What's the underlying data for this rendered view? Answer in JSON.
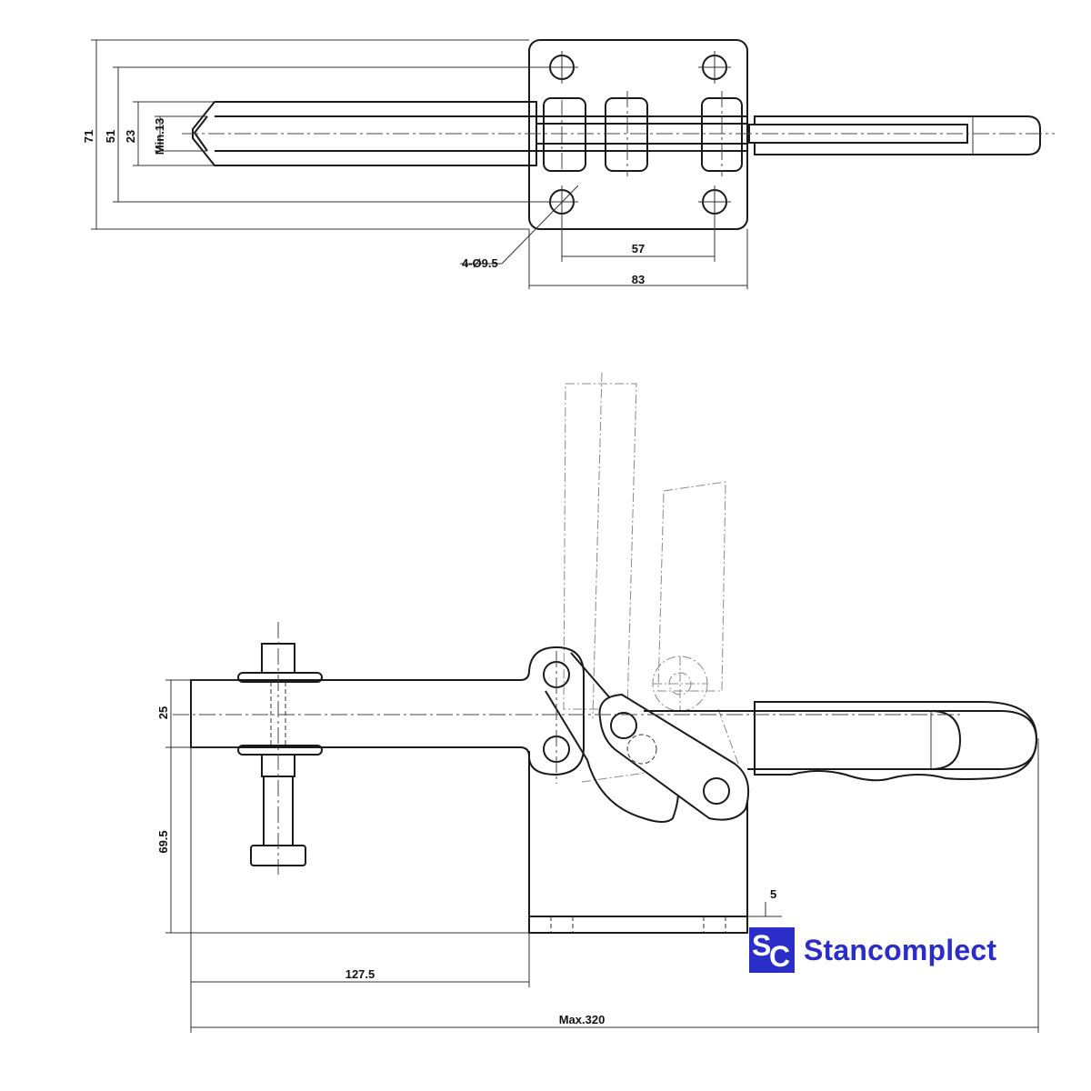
{
  "top_view": {
    "dims": {
      "d71": "71",
      "d51": "51",
      "d23": "23",
      "min13": "Min.13",
      "holes": "4-Ø9.5",
      "d57": "57",
      "d83": "83"
    }
  },
  "side_view": {
    "dims": {
      "d25": "25",
      "d69_5": "69.5",
      "d5": "5",
      "d127_5": "127.5",
      "max320": "Max.320"
    }
  },
  "brand": {
    "logo_letters": "SC",
    "name": "Stancomplect",
    "color": "#2a2dc8"
  }
}
